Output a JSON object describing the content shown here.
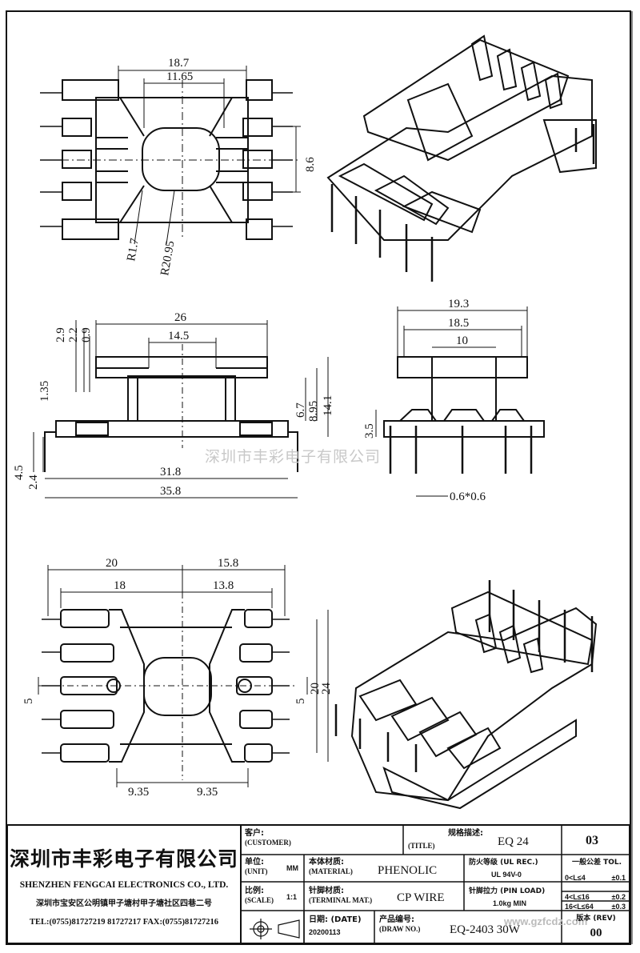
{
  "drawing": {
    "top_view": {
      "d1": "18.7",
      "d2": "11.65",
      "d3": "8.6",
      "r1": "R1.7",
      "r2": "R20.95"
    },
    "front_view": {
      "d_26": "26",
      "d_14_5": "14.5",
      "d_2_9": "2.9",
      "d_2_2": "2.2",
      "d_0_9": "0.9",
      "d_1_35": "1.35",
      "d_6_7": "6.7",
      "d_8_95": "8.95",
      "d_14_1": "14.1",
      "d_4_5": "4.5",
      "d_2_4": "2.4",
      "d_31_8": "31.8",
      "d_35_8": "35.8"
    },
    "side_view": {
      "d_19_3": "19.3",
      "d_18_5": "18.5",
      "d_10": "10",
      "d_3_5": "3.5",
      "pin": "0.6*0.6"
    },
    "bottom_view": {
      "d_20": "20",
      "d_15_8": "15.8",
      "d_18": "18",
      "d_13_8": "13.8",
      "d_5a": "5",
      "d_5b": "5",
      "d_20v": "20",
      "d_24": "24",
      "d_9_35a": "9.35",
      "d_9_35b": "9.35"
    },
    "watermark": "深圳市丰彩电子有限公司"
  },
  "title_block": {
    "company_cn": "深圳市丰彩电子有限公司",
    "company_en": "SHENZHEN FENGCAI ELECTRONICS CO., LTD.",
    "address": "深圳市宝安区公明镇甲子塘村甲子塘社区四巷二号",
    "tel": "TEL:(0755)81727219  81727217   FAX:(0755)81727216",
    "customer_cn": "客户:",
    "customer_en": "(CUSTOMER)",
    "title_cn": "规格描述:",
    "title_en": "(TITLE)",
    "title_value": "EQ 24",
    "sheet_no": "03",
    "unit_cn": "单位:",
    "unit_en": "(UNIT)",
    "unit_value": "MM",
    "material_cn": "本体材质:",
    "material_en": "(MATERIAL)",
    "material_value": "PHENOLIC",
    "ul_cn": "防火等级 (UL REC.)",
    "ul_value": "UL 94V-0",
    "tol_header": "一般公差 TOL.",
    "tol_rows": [
      [
        "0<L≤4",
        "±0.1"
      ],
      [
        "4<L≤16",
        "±0.2"
      ],
      [
        "16<L≤64",
        "±0.3"
      ]
    ],
    "scale_cn": "比例:",
    "scale_en": "(SCALE)",
    "scale_value": "1:1",
    "terminal_cn": "针脚材质:",
    "terminal_en": "(TERMINAL MAT.)",
    "terminal_value": "CP WIRE",
    "pinload_cn": "针脚拉力 (PIN LOAD)",
    "pinload_value": "1.0kg MIN",
    "date_cn": "日期: (DATE)",
    "date_value": "20200113",
    "drawno_cn": "产品编号:",
    "drawno_en": "(DRAW NO.)",
    "drawno_value": "EQ-2403 30W",
    "rev_cn": "版本 (REV)",
    "rev_value": "00",
    "site_wm": "www.gzfcdz.com"
  }
}
